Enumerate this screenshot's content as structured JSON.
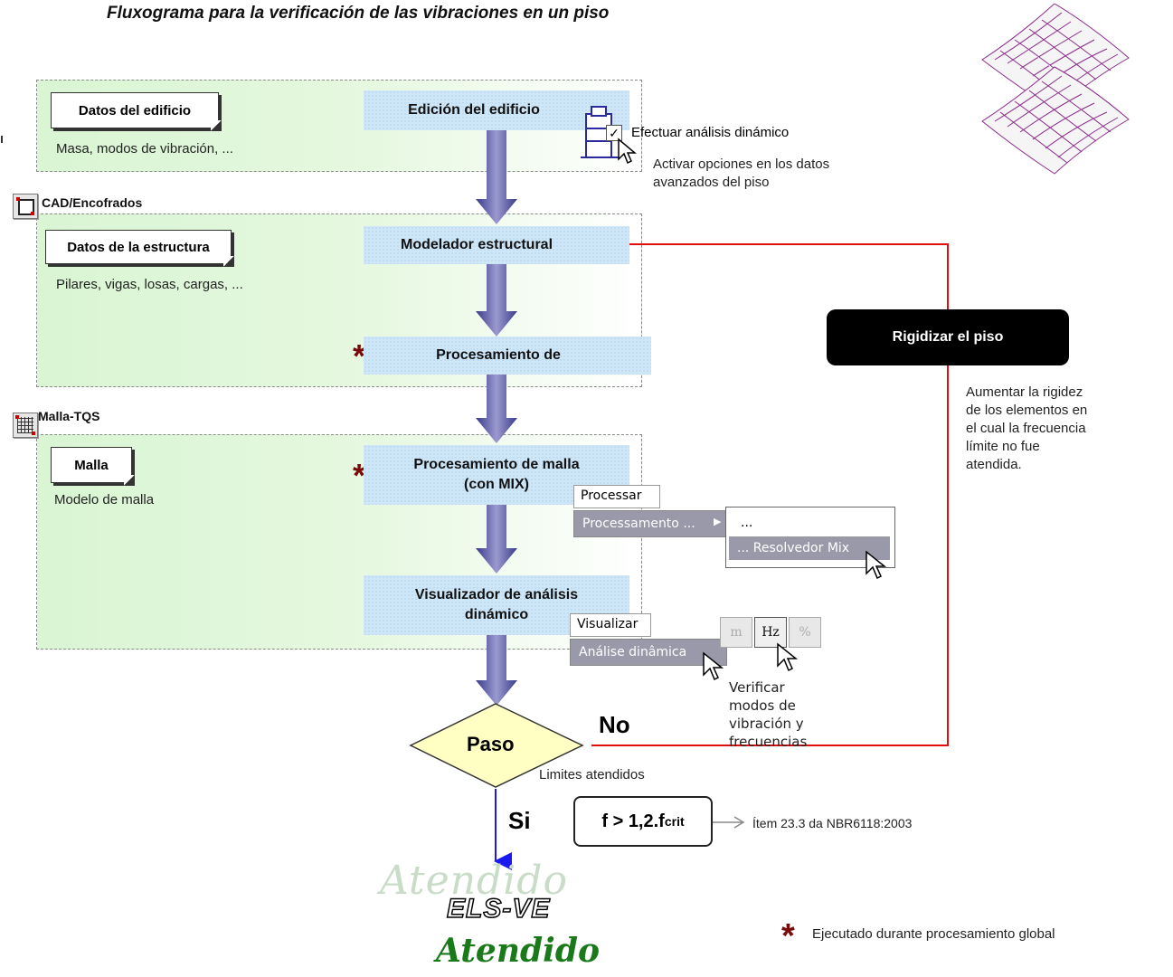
{
  "title": "Fluxograma para la verificación de las vibraciones en un piso",
  "regions": {
    "building": {
      "card": "Datos del edificio",
      "subtitle": "Masa, modos de vibración, ...",
      "step": "Edición del edificio"
    },
    "cad": {
      "module": "CAD/Encofrados",
      "card": "Datos de la estructura",
      "subtitle": "Pilares, vigas, losas, cargas, ...",
      "step1": "Modelador estructural",
      "step2": "Procesamiento de"
    },
    "grid": {
      "module": "Malla-TQS",
      "card": "Malla",
      "subtitle": "Modelo de malla",
      "step1_line1": "Procesamiento de malla",
      "step1_line2": "(con MIX)",
      "step2_line1": "Visualizador de análisis",
      "step2_line2": "dinámico"
    }
  },
  "building_option": {
    "checkbox_label": "Efectuar análisis dinámico",
    "note_line1": "Activar opciones en los datos",
    "note_line2": "avanzados del piso"
  },
  "process_menu": {
    "top": "Processar",
    "item": "Processamento ...",
    "sub_item1": "...",
    "sub_item2": "... Resolvedor Mix"
  },
  "view_menu": {
    "top": "Visualizar",
    "item": "Análise dinâmica",
    "buttons": [
      "m",
      "Hz",
      "%"
    ],
    "note_line1": "Verificar modos de",
    "note_line2": "vibración y frecuencias"
  },
  "stiffen": {
    "label": "Rigidizar el piso",
    "note": [
      "Aumentar la rigidez",
      "de los elementos en",
      "el cual la frecuencia",
      "límite no fue",
      "atendida."
    ]
  },
  "decision": {
    "label": "Paso",
    "no": "No",
    "yes": "Si",
    "note": "Limites atendidos"
  },
  "criterion": {
    "formula_main": "f > 1,2.f",
    "formula_sub": "crit",
    "reference": "Ítem 23.3 da NBR6118:2003"
  },
  "result": {
    "faded": "Atendido",
    "code": "ELS-VE",
    "status": "Atendido"
  },
  "legend": {
    "symbol": "*",
    "text": "Ejecutado durante procesamiento global"
  },
  "colors": {
    "arrow": "#5a5aa0",
    "feedback_line": "#e01010",
    "yes_arrow": "#1a1aee",
    "star": "#7a0a0a",
    "result_green": "#1a7a1a"
  }
}
